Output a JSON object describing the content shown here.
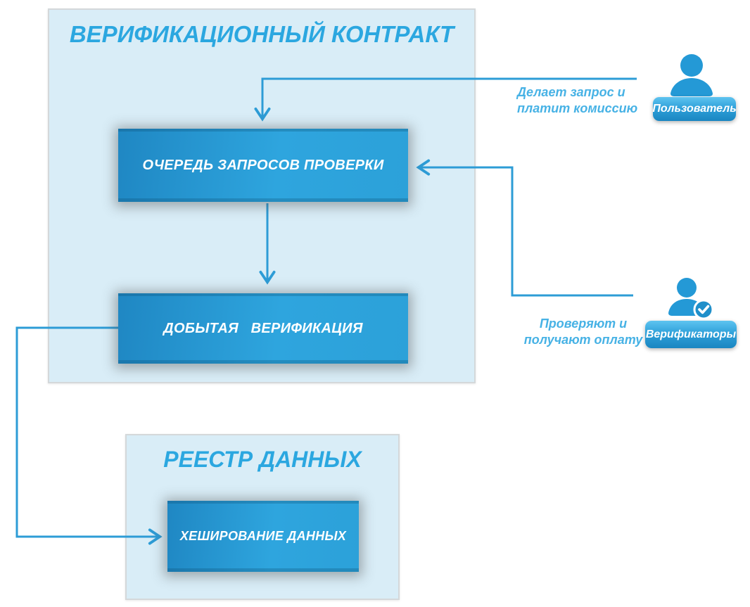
{
  "verification_contract": {
    "title": "ВЕРИФИКАЦИОННЫЙ КОНТРАКТ",
    "queue_label": "ОЧЕРЕДЬ ЗАПРОСОВ ПРОВЕРКИ",
    "mined_label": "ДОБЫТАЯ   ВЕРИФИКАЦИЯ"
  },
  "data_registry": {
    "title": "РЕЕСТР ДАННЫХ",
    "hashing_label": "ХЕШИРОВАНИЕ ДАННЫХ"
  },
  "actors": {
    "user": {
      "label": "Пользователь",
      "icon": "user-icon",
      "annotation": "Делает запрос и\nплатит комиссию"
    },
    "verifiers": {
      "label": "Верификаторы",
      "icon": "user-check-icon",
      "annotation": "Проверяют и\nполучают оплату"
    }
  },
  "colors": {
    "panel_bg": "#d9edf7",
    "panel_border": "#d4d8da",
    "heading_blue": "#2ba7e0",
    "annotation_blue": "#47b2e5",
    "node_gradient_start": "#1f87c3",
    "node_gradient_end": "#2ea5de",
    "arrow": "#2d9cd6",
    "icon_blue": "#2499d6",
    "node_text": "#ffffff"
  }
}
